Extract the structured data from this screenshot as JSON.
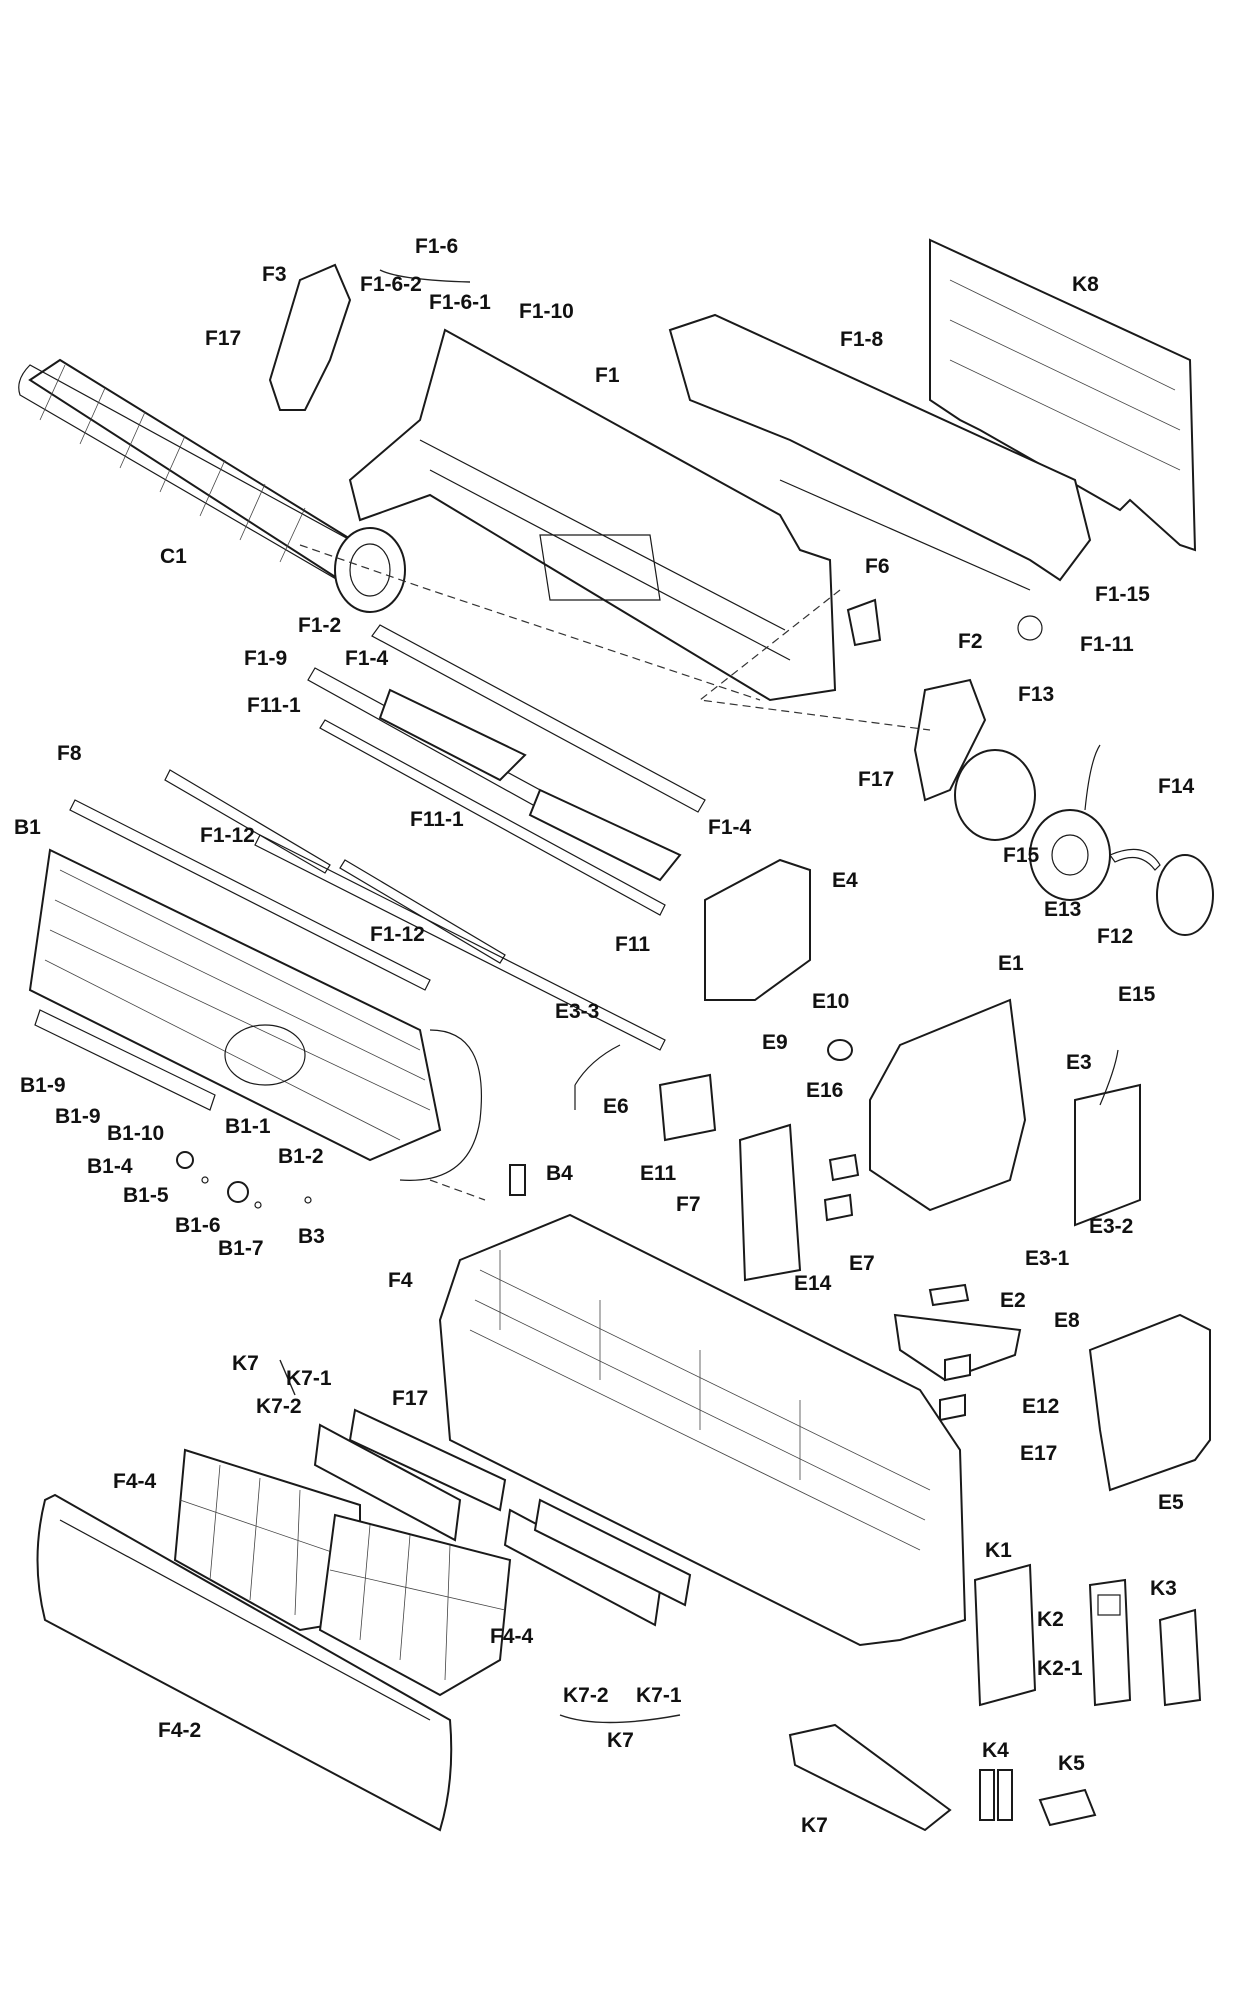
{
  "labels": {
    "F1_6": "F1-6",
    "F3": "F3",
    "F1_6_2": "F1-6-2",
    "F1_6_1": "F1-6-1",
    "F1_10": "F1-10",
    "K8": "K8",
    "F17_a": "F17",
    "F1": "F1",
    "F1_8": "F1-8",
    "C1": "C1",
    "F6": "F6",
    "F1_15": "F1-15",
    "F1_2": "F1-2",
    "F1_11": "F1-11",
    "F1_9": "F1-9",
    "F1_4_a": "F1-4",
    "F2": "F2",
    "F13": "F13",
    "F11_1_a": "F11-1",
    "F8": "F8",
    "F17_b": "F17",
    "F14": "F14",
    "B1": "B1",
    "F1_12_a": "F1-12",
    "F11_1_b": "F11-1",
    "F1_4_b": "F1-4",
    "F15": "F15",
    "E4": "E4",
    "E13": "E13",
    "F12": "F12",
    "F1_12_b": "F1-12",
    "F11": "F11",
    "E1": "E1",
    "E3_3": "E3-3",
    "E10": "E10",
    "E15": "E15",
    "E9": "E9",
    "B1_9_a": "B1-9",
    "E3": "E3",
    "B1_9_b": "B1-9",
    "E6": "E6",
    "E16": "E16",
    "B1_10": "B1-10",
    "B1_1": "B1-1",
    "B1_4": "B1-4",
    "E11": "E11",
    "B1_2": "B1-2",
    "B4": "B4",
    "B1_5": "B1-5",
    "F7": "F7",
    "E3_2": "E3-2",
    "B1_6": "B1-6",
    "B3": "B3",
    "B1_7": "B1-7",
    "E7": "E7",
    "E3_1": "E3-1",
    "F4": "F4",
    "E14": "E14",
    "E2": "E2",
    "E8": "E8",
    "K7_a": "K7",
    "K7_1_a": "K7-1",
    "F17_c": "F17",
    "K7_2_a": "K7-2",
    "E12": "E12",
    "E17": "E17",
    "E5": "E5",
    "F4_4_a": "F4-4",
    "K1": "K1",
    "K3": "K3",
    "K2": "K2",
    "K2_1": "K2-1",
    "F4_4_b": "F4-4",
    "K7_2_b": "K7-2",
    "K7_1_b": "K7-1",
    "K7_b": "K7",
    "F4_2": "F4-2",
    "K4": "K4",
    "K5": "K5",
    "K7_c": "K7"
  },
  "icons": {
    "fan": "cross-flow-fan",
    "housing": "front-grille-housing",
    "back_plate": "mounting-plate",
    "coil": "evaporator-coil",
    "motor": "fan-motor",
    "control_box": "control-box",
    "pcb": "control-pcb",
    "body": "indoor-unit-body",
    "filter": "air-filter",
    "panel": "front-panel",
    "remote": "remote-control",
    "manual": "manual-booklet"
  }
}
